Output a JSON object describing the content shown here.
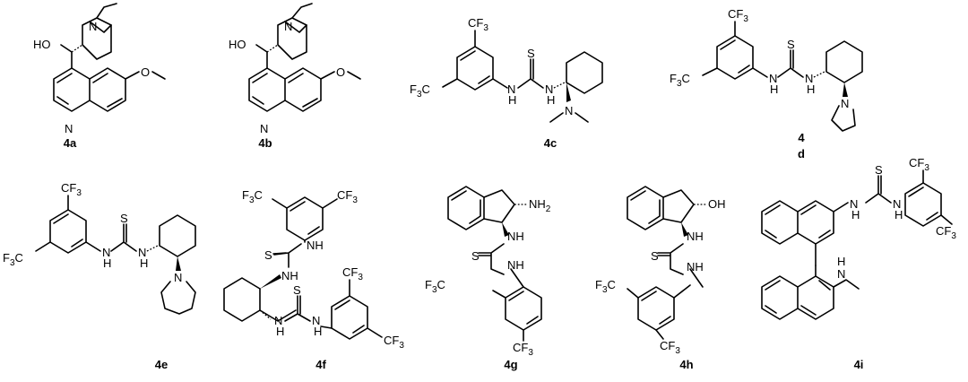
{
  "compounds": [
    {
      "id": "4a",
      "label": "4a"
    },
    {
      "id": "4b",
      "label": "4b"
    },
    {
      "id": "4c",
      "label": "4c"
    },
    {
      "id": "4d",
      "label_line1": "4",
      "label_line2": "d"
    },
    {
      "id": "4e",
      "label": "4e"
    },
    {
      "id": "4f",
      "label": "4f"
    },
    {
      "id": "4g",
      "label": "4g"
    },
    {
      "id": "4h",
      "label": "4h"
    },
    {
      "id": "4i",
      "label": "4i"
    }
  ],
  "atoms": {
    "N": "N",
    "S": "S",
    "H": "H",
    "HO": "HO",
    "NH": "NH",
    "NH2": "NH",
    "NH2_sub": "2",
    "OH": "OH",
    "CF": "CF",
    "CF_sub": "3",
    "F3C_pre": "F",
    "F3C_sub": "3",
    "F3C_post": "C"
  }
}
